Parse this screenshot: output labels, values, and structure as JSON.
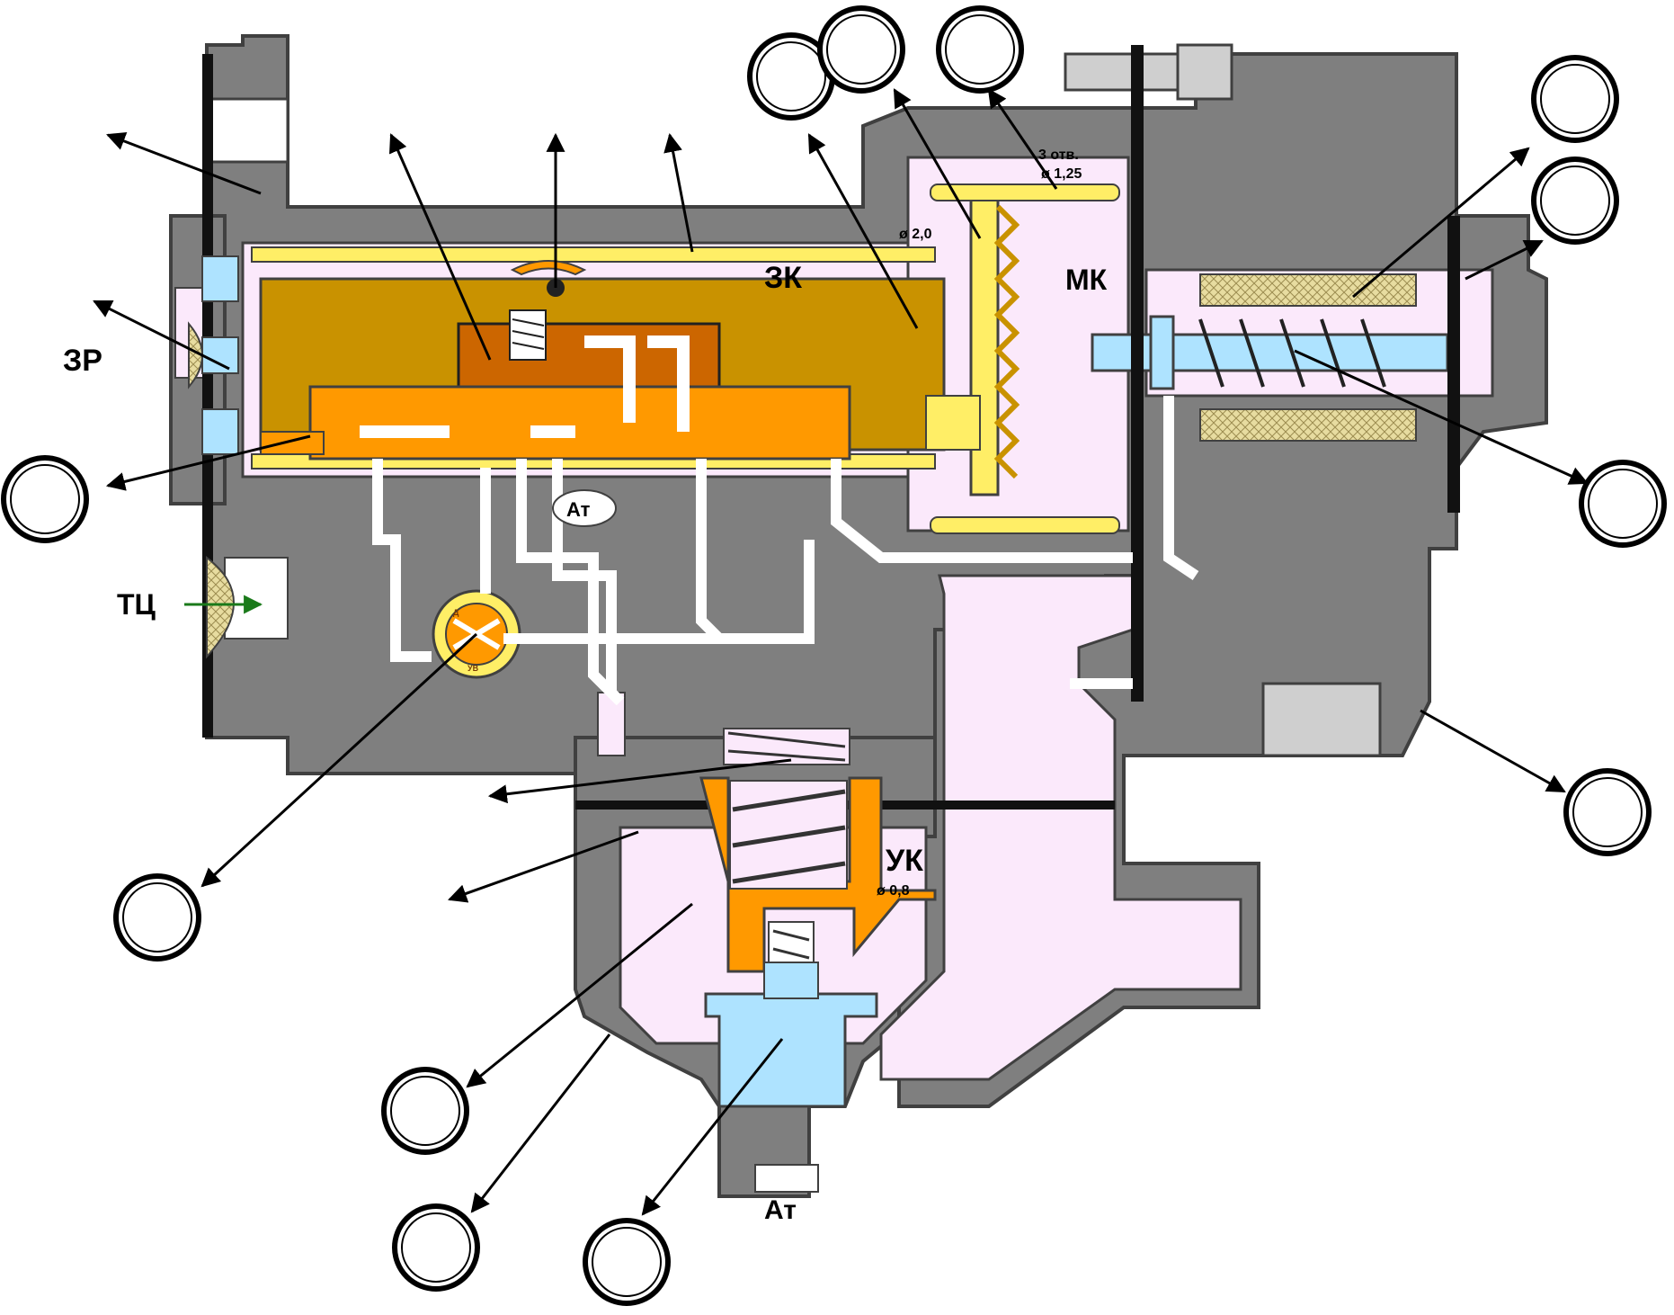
{
  "labels": {
    "zr": "ЗР",
    "zk": "ЗК",
    "mk": "МК",
    "tc": "ТЦ",
    "uk": "УК",
    "at_top": "Ат",
    "at_bottom": "Ат",
    "holes_line1": "3 отв.",
    "holes_line2": "ø 1,25",
    "d20": "ø 2,0",
    "d08": "ø 0,8",
    "valve_d": "Д",
    "valve_uv": "УВ"
  },
  "colors": {
    "body": "#7f7f7f",
    "body_edge": "#404040",
    "chamber": "#fbe9fb",
    "piston": "#c99200",
    "orange": "#ff9900",
    "dark_orange": "#cc6600",
    "yellow": "#ffee66",
    "blue": "#aee3ff",
    "filter": "#e7dca0",
    "seal": "#111111",
    "arrow_tc": "#1a7a1a"
  }
}
